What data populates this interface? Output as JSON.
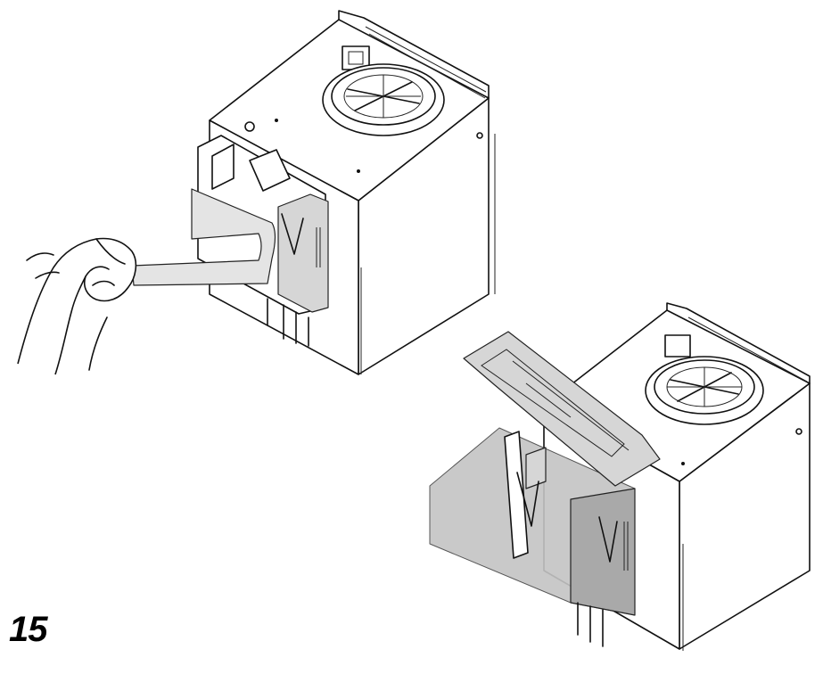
{
  "figure": {
    "number": "15"
  },
  "icons": {
    "hand": "hand-pulling-tape-icon",
    "boiler_top": "boiler-cabinet-tape-pull-illustration",
    "boiler_bottom": "boiler-control-panel-tilted-open-illustration"
  }
}
